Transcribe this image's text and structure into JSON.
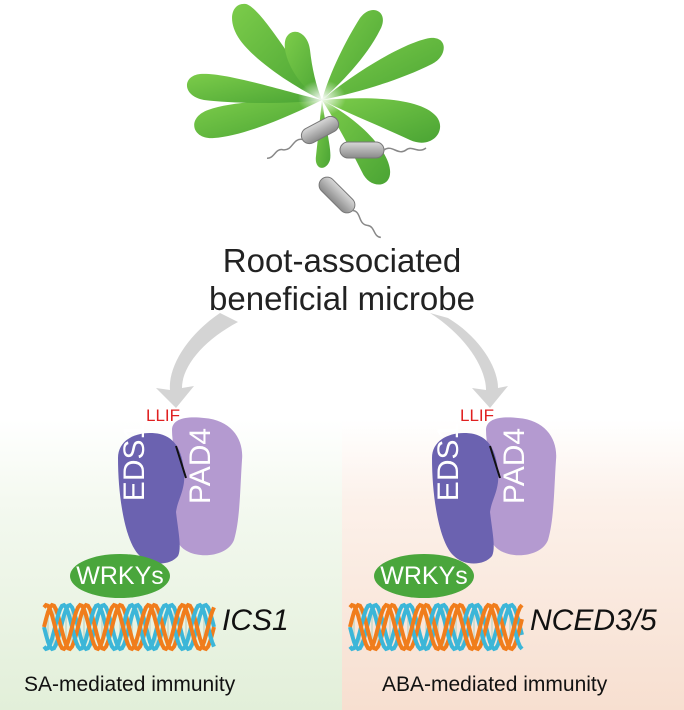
{
  "title": {
    "line1": "Root-associated",
    "line2": "beneficial microbe"
  },
  "left": {
    "motif": "LLIF",
    "eds1": "EDS1",
    "pad4": "PAD4",
    "wrky": "WRKYs",
    "gene": "ICS1",
    "footer": "SA-mediated immunity"
  },
  "right": {
    "motif": "LLIF",
    "eds1": "EDS1",
    "pad4": "PAD4",
    "wrky": "WRKYs",
    "gene": "NCED3/5",
    "footer": "ABA-mediated immunity"
  },
  "colors": {
    "leaf": "#5cb83a",
    "eds1": "#6b62b0",
    "pad4": "#b49ad0",
    "wrky": "#4aa63c",
    "motif": "#e02020",
    "arrow": "#d4d4d4",
    "dna_orange": "#f07d1c",
    "dna_blue": "#3cb6d8",
    "sa_panel": "#e4f0dc",
    "aba_panel": "#f8e2d4"
  }
}
